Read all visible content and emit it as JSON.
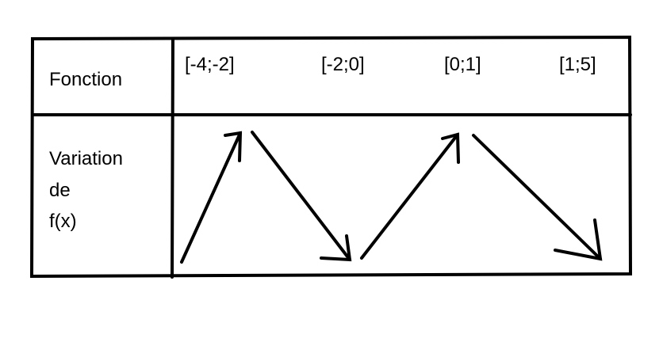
{
  "table": {
    "row1_label": "Fonction",
    "intervals": [
      "[-4;-2]",
      "[-2;0]",
      "[0;1]",
      "[1;5]"
    ],
    "row2_label_lines": [
      "Variation",
      "de",
      "f(x)"
    ],
    "variations": [
      "increasing",
      "decreasing",
      "increasing",
      "decreasing"
    ]
  }
}
